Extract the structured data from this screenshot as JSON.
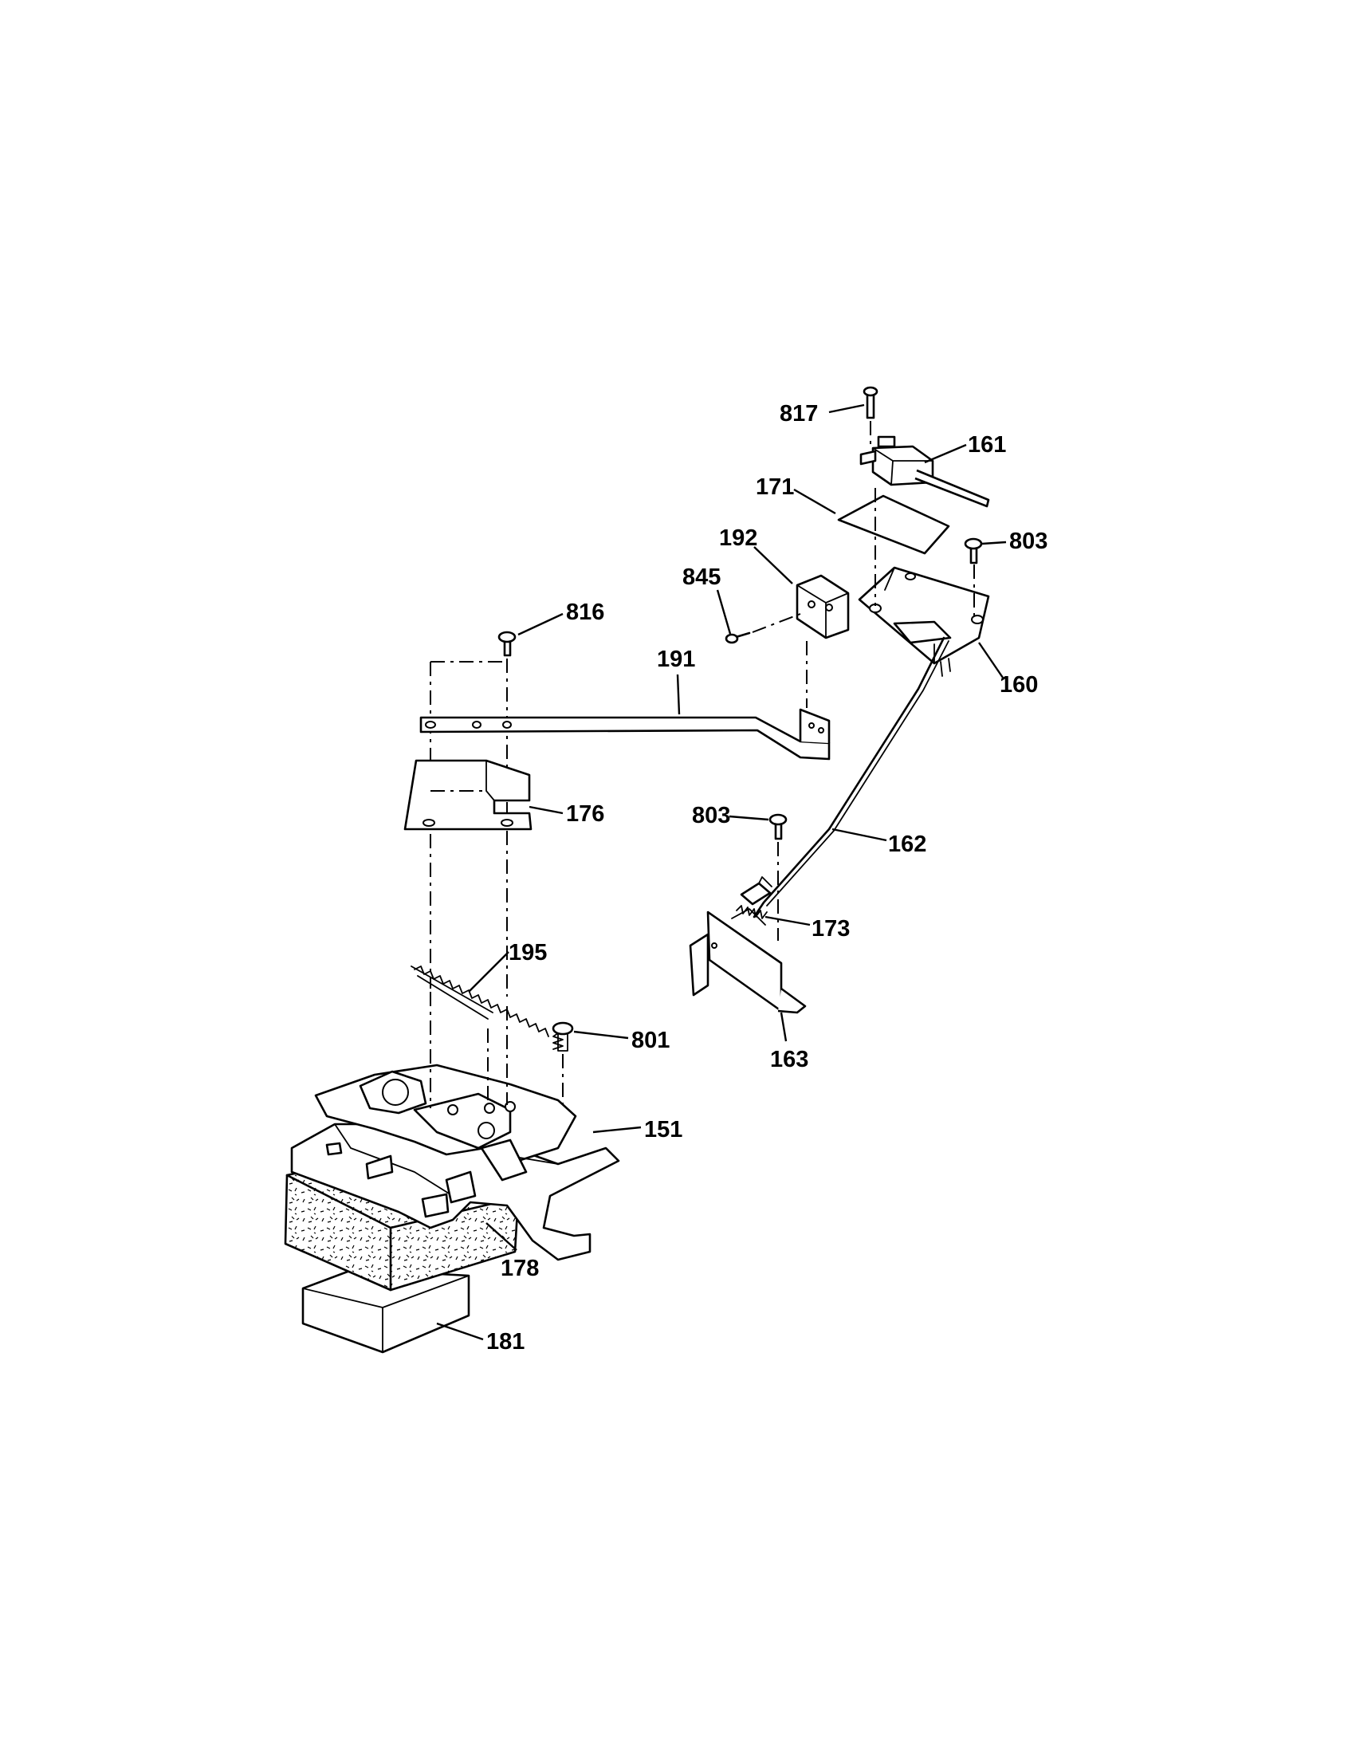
{
  "callouts": {
    "c817": "817",
    "c161": "161",
    "c171": "171",
    "c803a": "803",
    "c192": "192",
    "c845": "845",
    "c816": "816",
    "c191": "191",
    "c160": "160",
    "c176": "176",
    "c803b": "803",
    "c162": "162",
    "c173": "173",
    "c195": "195",
    "c801": "801",
    "c163": "163",
    "c151": "151",
    "c178": "178",
    "c181": "181"
  }
}
